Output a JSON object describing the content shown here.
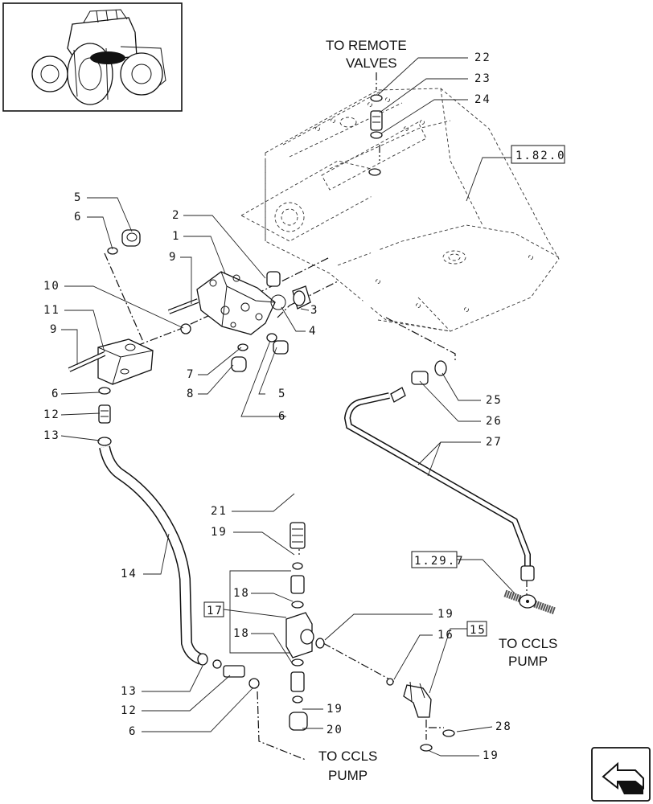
{
  "notes": {
    "remote_line1": "TO REMOTE",
    "remote_line2": "VALVES",
    "ccls_right_line1": "TO CCLS",
    "ccls_right_line2": "PUMP",
    "ccls_bottom_line1": "TO CCLS",
    "ccls_bottom_line2": "PUMP"
  },
  "refs": {
    "ref_1_82_0": "1.82.0",
    "ref_1_29_7": "1.29.7",
    "ref_17": "17",
    "ref_15": "15"
  },
  "callouts": {
    "c22": "22",
    "c23": "23",
    "c24": "24",
    "c5a": "5",
    "c6a": "6",
    "c2": "2",
    "c1": "1",
    "c9a": "9",
    "c10": "10",
    "c11": "11",
    "c9b": "9",
    "c3": "3",
    "c4": "4",
    "c7": "7",
    "c8": "8",
    "c5b": "5",
    "c6b": "6",
    "c6c": "6",
    "c12a": "12",
    "c13a": "13",
    "c25": "25",
    "c26": "26",
    "c27": "27",
    "c21": "21",
    "c19a": "19",
    "c14": "14",
    "c18a": "18",
    "c18b": "18",
    "c19b": "19",
    "c16": "16",
    "c13b": "13",
    "c12b": "12",
    "c6d": "6",
    "c19c": "19",
    "c20": "20",
    "c28": "28",
    "c19d": "19"
  }
}
